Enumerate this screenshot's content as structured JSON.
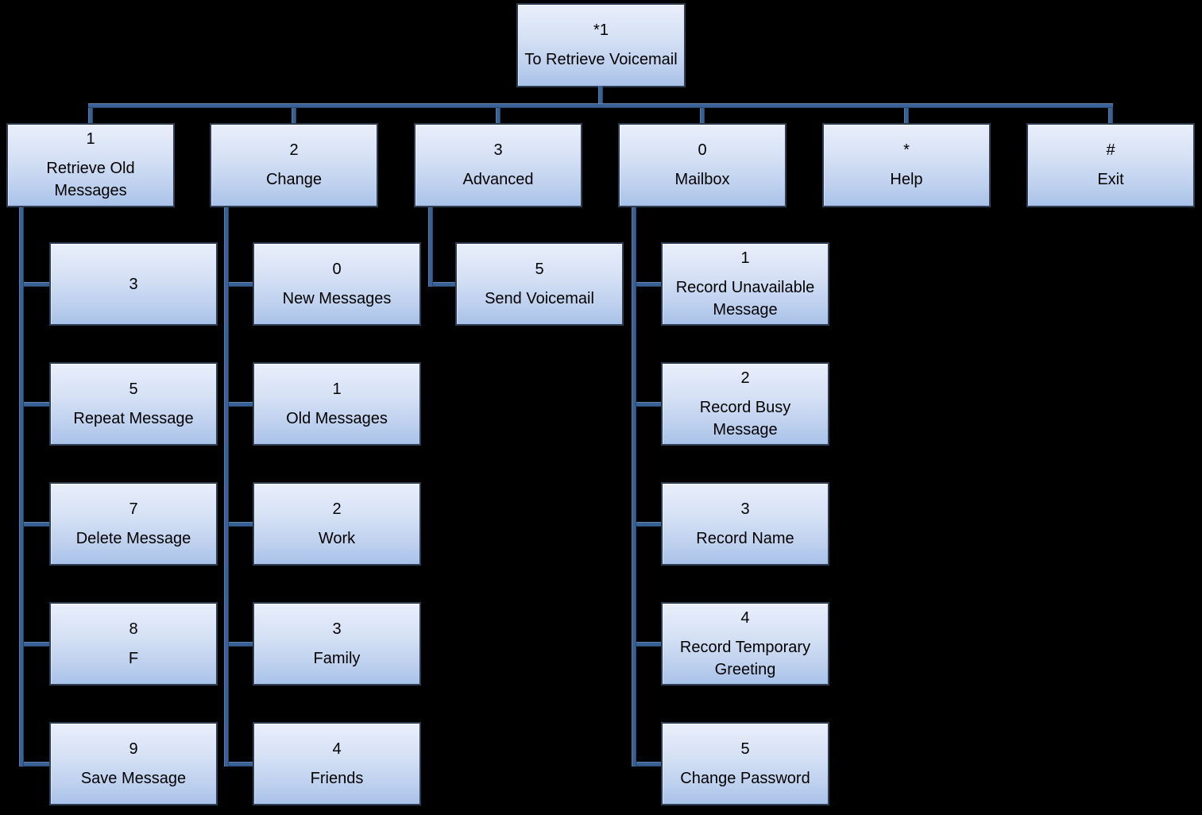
{
  "diagram": {
    "background_color": "#000000",
    "node_fill_top": "#e9effb",
    "node_fill_bottom": "#a9c2e9",
    "node_border_color": "#2e3d52",
    "connector_color": "#386295",
    "root": {
      "key": "*1",
      "label": "To Retrieve Voicemail"
    },
    "branches": [
      {
        "key": "1",
        "label": "Retrieve Old Messages",
        "children": [
          {
            "key": "3",
            "label": ""
          },
          {
            "key": "5",
            "label": "Repeat Message"
          },
          {
            "key": "7",
            "label": "Delete Message"
          },
          {
            "key": "8",
            "label": "F"
          },
          {
            "key": "9",
            "label": "Save Message"
          }
        ]
      },
      {
        "key": "2",
        "label": "Change",
        "children": [
          {
            "key": "0",
            "label": "New Messages"
          },
          {
            "key": "1",
            "label": "Old Messages"
          },
          {
            "key": "2",
            "label": "Work"
          },
          {
            "key": "3",
            "label": "Family"
          },
          {
            "key": "4",
            "label": "Friends"
          }
        ]
      },
      {
        "key": "3",
        "label": "Advanced",
        "children": [
          {
            "key": "5",
            "label": "Send Voicemail"
          }
        ]
      },
      {
        "key": "0",
        "label": "Mailbox",
        "children": [
          {
            "key": "1",
            "label": "Record Unavailable Message"
          },
          {
            "key": "2",
            "label": "Record Busy Message"
          },
          {
            "key": "3",
            "label": "Record Name"
          },
          {
            "key": "4",
            "label": "Record Temporary Greeting"
          },
          {
            "key": "5",
            "label": "Change Password"
          }
        ]
      },
      {
        "key": "*",
        "label": "Help",
        "children": []
      },
      {
        "key": "#",
        "label": "Exit",
        "children": []
      }
    ]
  }
}
